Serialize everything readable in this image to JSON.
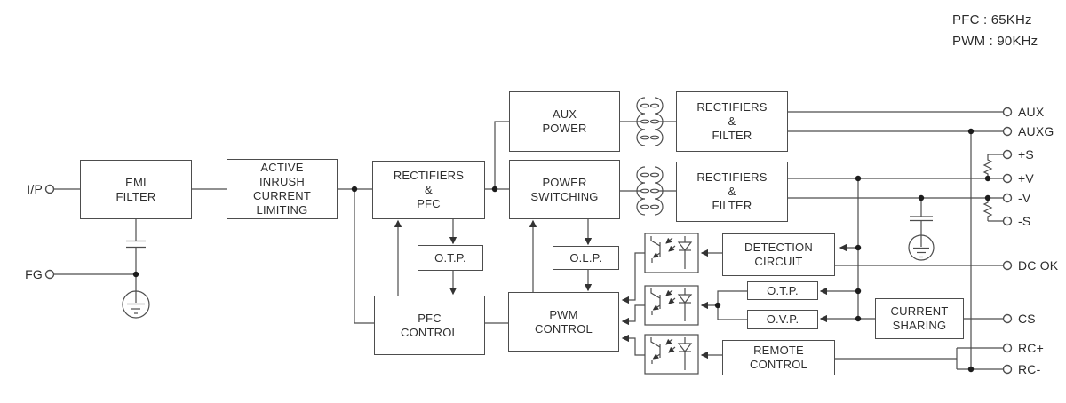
{
  "notes": {
    "pfc_freq": "PFC : 65KHz",
    "pwm_freq": "PWM : 90KHz"
  },
  "blocks": {
    "emi_filter": "EMI\nFILTER",
    "inrush_limiting": "ACTIVE\nINRUSH\nCURRENT\nLIMITING",
    "rectifiers_pfc": "RECTIFIERS\n&\nPFC",
    "aux_power": "AUX\nPOWER",
    "power_switching": "POWER\nSWITCHING",
    "rectifiers_filter_aux": "RECTIFIERS\n&\nFILTER",
    "rectifiers_filter_main": "RECTIFIERS\n&\nFILTER",
    "otp_pfc": "O.T.P.",
    "olp": "O.L.P.",
    "pfc_control": "PFC\nCONTROL",
    "pwm_control": "PWM\nCONTROL",
    "detection_circuit": "DETECTION\nCIRCUIT",
    "otp_out": "O.T.P.",
    "ovp": "O.V.P.",
    "current_sharing": "CURRENT\nSHARING",
    "remote_control": "REMOTE\nCONTROL"
  },
  "terminals": {
    "ip": "I/P",
    "fg": "FG",
    "aux": "AUX",
    "auxg": "AUXG",
    "plus_s": "+S",
    "plus_v": "+V",
    "minus_v": "-V",
    "minus_s": "-S",
    "dc_ok": "DC OK",
    "cs": "CS",
    "rc_plus": "RC+",
    "rc_minus": "RC-"
  }
}
